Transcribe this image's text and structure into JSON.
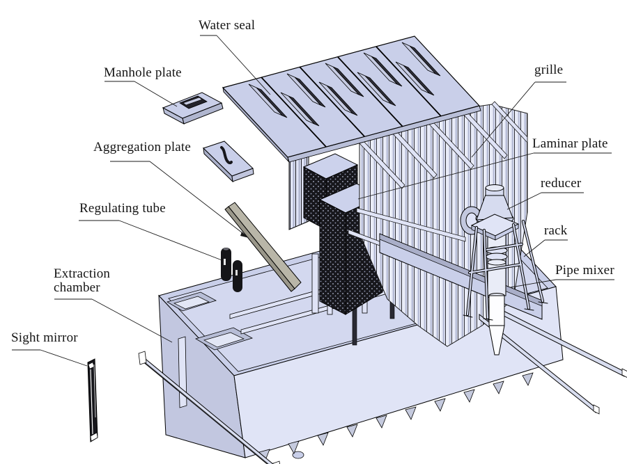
{
  "diagram": {
    "type": "exploded-isometric-cad-drawing",
    "palette": {
      "background": "#ffffff",
      "outline": "#000000",
      "component_fill": "#c9cfe9",
      "component_fill_light": "#e0e4f6",
      "component_fill_shade": "#b9bfd8",
      "aggregation_plate_fill": "#b9b6a8",
      "dark_parts": "#17171c"
    },
    "labels": [
      {
        "id": "water-seal",
        "text": "Water seal"
      },
      {
        "id": "manhole-plate",
        "text": "Manhole plate"
      },
      {
        "id": "aggregation-plate",
        "text": "Aggregation plate"
      },
      {
        "id": "regulating-tube",
        "text": "Regulating tube"
      },
      {
        "id": "extraction-chamber",
        "text": "Extraction chamber"
      },
      {
        "id": "sight-mirror",
        "text": "Sight mirror"
      },
      {
        "id": "grille",
        "text": "grille"
      },
      {
        "id": "laminar-plate",
        "text": "Laminar plate"
      },
      {
        "id": "reducer",
        "text": "reducer"
      },
      {
        "id": "rack",
        "text": "rack"
      },
      {
        "id": "pipe-mixer",
        "text": "Pipe mixer"
      }
    ]
  }
}
